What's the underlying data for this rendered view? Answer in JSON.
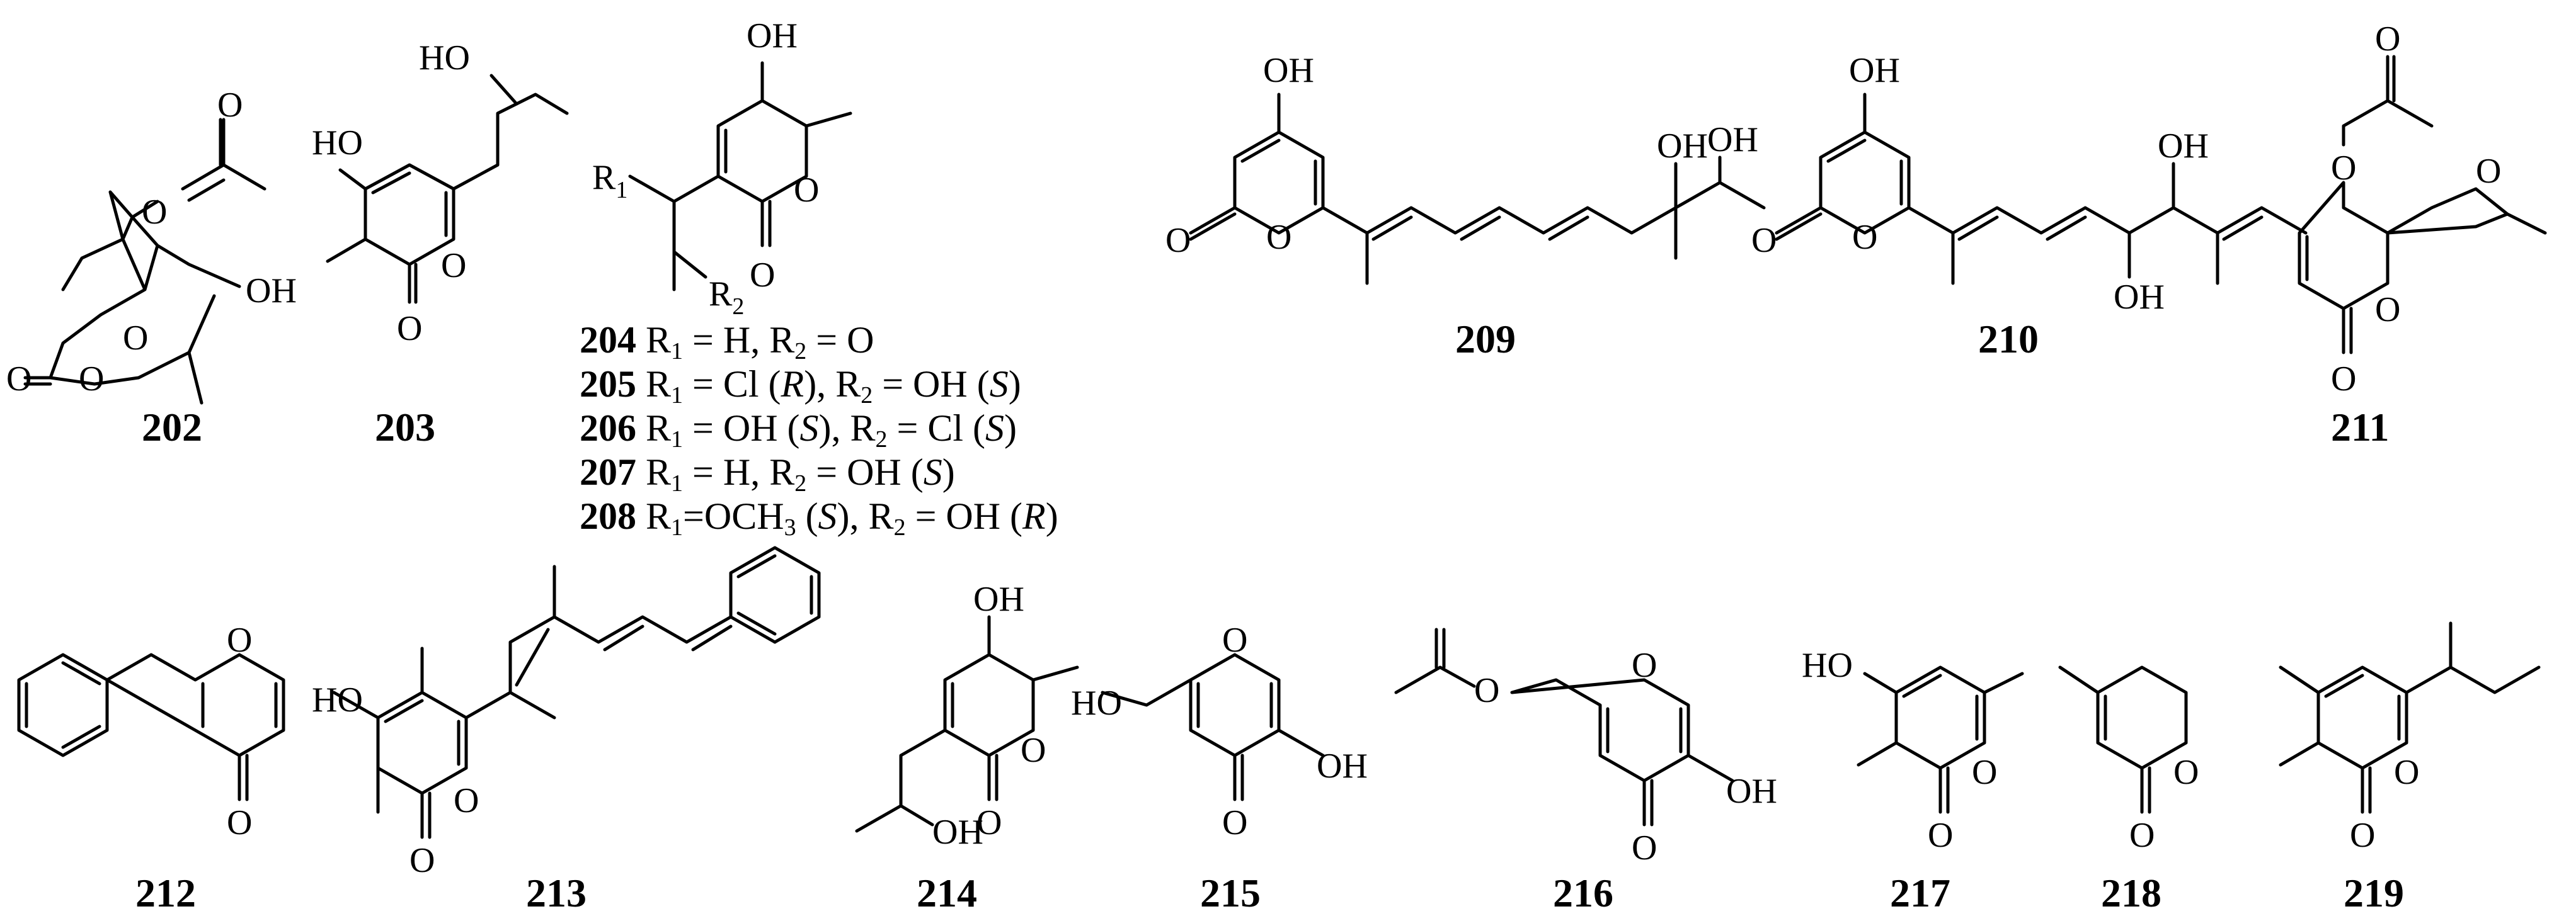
{
  "compounds": [
    {
      "id": "202"
    },
    {
      "id": "203"
    },
    {
      "id": "209"
    },
    {
      "id": "210"
    },
    {
      "id": "211"
    },
    {
      "id": "212"
    },
    {
      "id": "213"
    },
    {
      "id": "214"
    },
    {
      "id": "215"
    },
    {
      "id": "216"
    },
    {
      "id": "217"
    },
    {
      "id": "218"
    },
    {
      "id": "219"
    }
  ],
  "atoms": {
    "O": "O",
    "OH": "OH",
    "HO": "HO",
    "R1": "R",
    "R2": "R",
    "sub1": "1",
    "sub2": "2"
  },
  "substituents": [
    {
      "id": "204",
      "r1": "R",
      "r1sub": "1",
      "t1": " = H, ",
      "r2": "R",
      "r2sub": "2",
      "t2": " = O",
      "c1": "",
      "c2": ""
    },
    {
      "id": "205",
      "r1": "R",
      "r1sub": "1",
      "t1": " = Cl (",
      "c1": "R",
      "t1b": "), ",
      "r2": "R",
      "r2sub": "2",
      "t2": " = OH (",
      "c2": "S",
      "t2b": ")"
    },
    {
      "id": "206",
      "r1": "R",
      "r1sub": "1",
      "t1": " = OH (",
      "c1": "S",
      "t1b": "), ",
      "r2": "R",
      "r2sub": "2",
      "t2": " = Cl (",
      "c2": "S",
      "t2b": ")"
    },
    {
      "id": "207",
      "r1": "R",
      "r1sub": "1",
      "t1": " = H, ",
      "c1": "",
      "t1b": "",
      "r2": "R",
      "r2sub": "2",
      "t2": " = OH (",
      "c2": "S",
      "t2b": ")"
    },
    {
      "id": "208",
      "r1": "R",
      "r1sub": "1",
      "t1": " =OCH",
      "c1": "3",
      "t1b": " (S), ",
      "r2": "R",
      "r2sub": "2",
      "t2": " = OH (",
      "c2": "R",
      "t2b": ")"
    }
  ]
}
